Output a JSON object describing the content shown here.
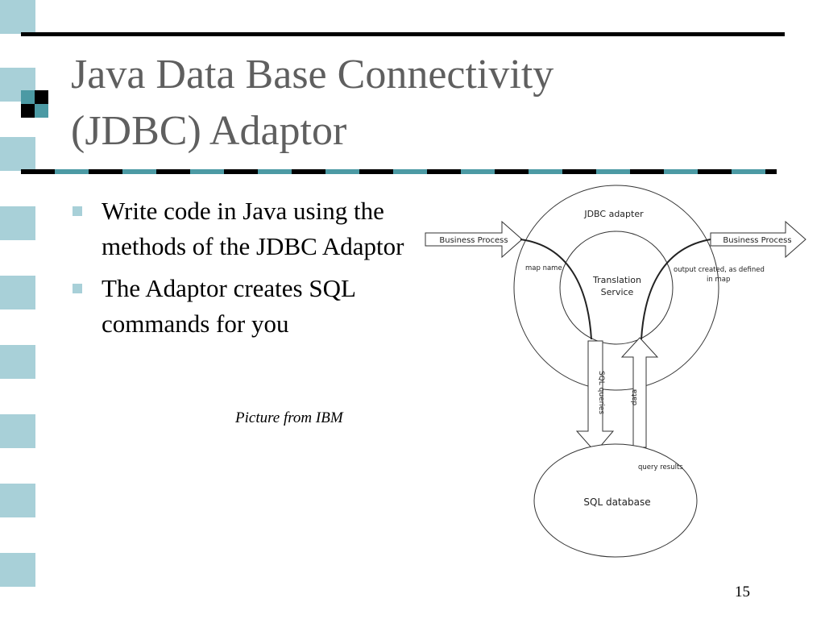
{
  "slide": {
    "title_line1": "Java Data Base Connectivity",
    "title_line2": "(JDBC) Adaptor",
    "bullets": [
      "Write code in Java using the methods of the JDBC Adaptor",
      "The Adaptor creates SQL commands for you"
    ],
    "caption": "Picture from IBM",
    "page_number": "15"
  },
  "diagram": {
    "outer_ring_label": "JDBC adapter",
    "inner_circle_label_line1": "Translation",
    "inner_circle_label_line2": "Service",
    "left_arrow_label": "Business Process",
    "right_arrow_label": "Business Process",
    "left_curve_label": "map name",
    "right_curve_label_line1": "output created, as defined",
    "right_curve_label_line2": "in map",
    "down_arrow_label": "SQL queries",
    "up_arrow_label": "data",
    "db_label": "SQL database",
    "db_results_label": "query results"
  },
  "colors": {
    "stripe": "#a8d0d8",
    "teal": "#4c9aa4",
    "title_gray": "#5f5f5f"
  }
}
